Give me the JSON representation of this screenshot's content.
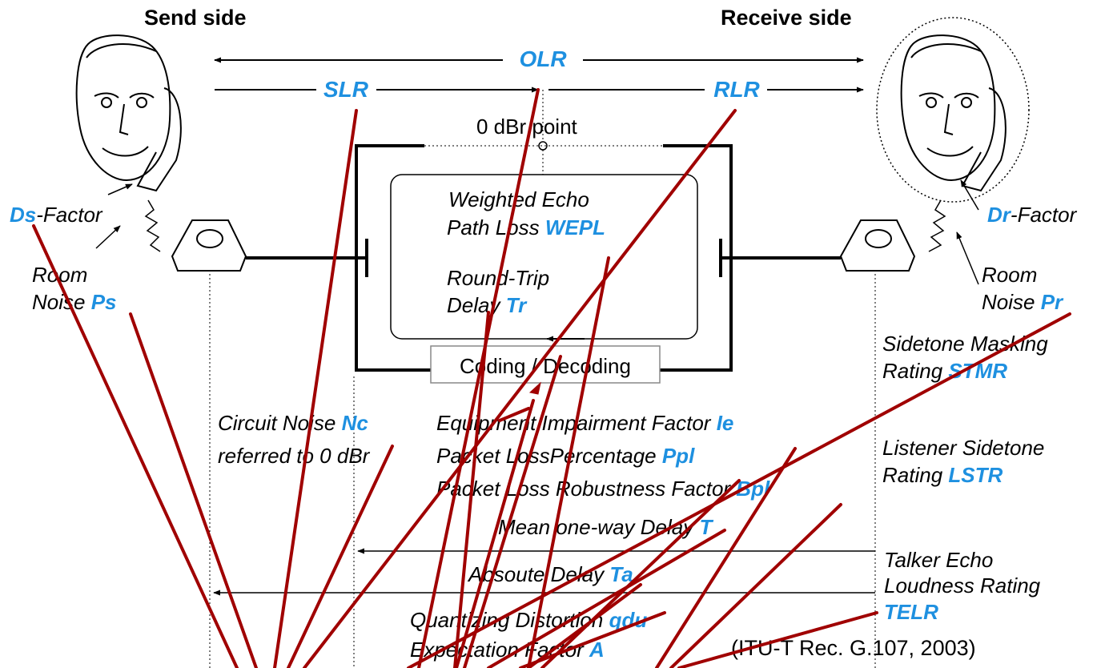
{
  "headers": {
    "send_side": "Send side",
    "receive_side": "Receive side"
  },
  "loudness": {
    "olr": "OLR",
    "slr": "SLR",
    "rlr": "RLR",
    "zero_dbr": "0 dBr  point"
  },
  "box": {
    "wepl_text": "Weighted Echo",
    "wepl_text2": "Path Loss ",
    "wepl_symbol": "WEPL",
    "tr_text": "Round-Trip",
    "tr_text2": "Delay ",
    "tr_symbol": "Tr",
    "coding": "Coding / Decoding"
  },
  "send": {
    "ds_symbol": "Ds",
    "ds_text": "-Factor",
    "room_noise": "Room",
    "room_noise2": "Noise ",
    "ps_symbol": "Ps"
  },
  "receive": {
    "dr_symbol": "Dr",
    "dr_text": "-Factor",
    "room_noise": "Room",
    "room_noise2": "Noise ",
    "pr_symbol": "Pr",
    "stmr_text": "Sidetone Masking",
    "stmr_text2": "Rating ",
    "stmr_symbol": "STMR",
    "lstr_text": "Listener Sidetone",
    "lstr_text2": "Rating ",
    "lstr_symbol": "LSTR",
    "telr_text": "Talker Echo",
    "telr_text2": "Loudness Rating",
    "telr_symbol": "TELR"
  },
  "circuit": {
    "nc_text": "Circuit Noise ",
    "nc_symbol": "Nc",
    "nc_text2": "referred to 0 dBr"
  },
  "params": {
    "ie_text": "Equipment Impairment Factor ",
    "ie_symbol": "Ie",
    "ppl_text": "Packet LossPercentage ",
    "ppl_symbol": "Ppl",
    "bpl_text": "Packet Loss Robustness Factor ",
    "bpl_symbol": "Bpl",
    "t_text": "Mean one-way Delay ",
    "t_symbol": "T",
    "ta_text": "Absoute Delay ",
    "ta_symbol": "Ta",
    "qdu_text": "Quantizing Distortion ",
    "qdu_symbol": "qdu",
    "a_text": "Expectation Factor ",
    "a_symbol": "A"
  },
  "reference": "(ITU-T Rec. G.107, 2003)",
  "colors": {
    "symbol_blue": "#1e90e0",
    "red_lines": "#a00000",
    "ink": "#000000"
  }
}
